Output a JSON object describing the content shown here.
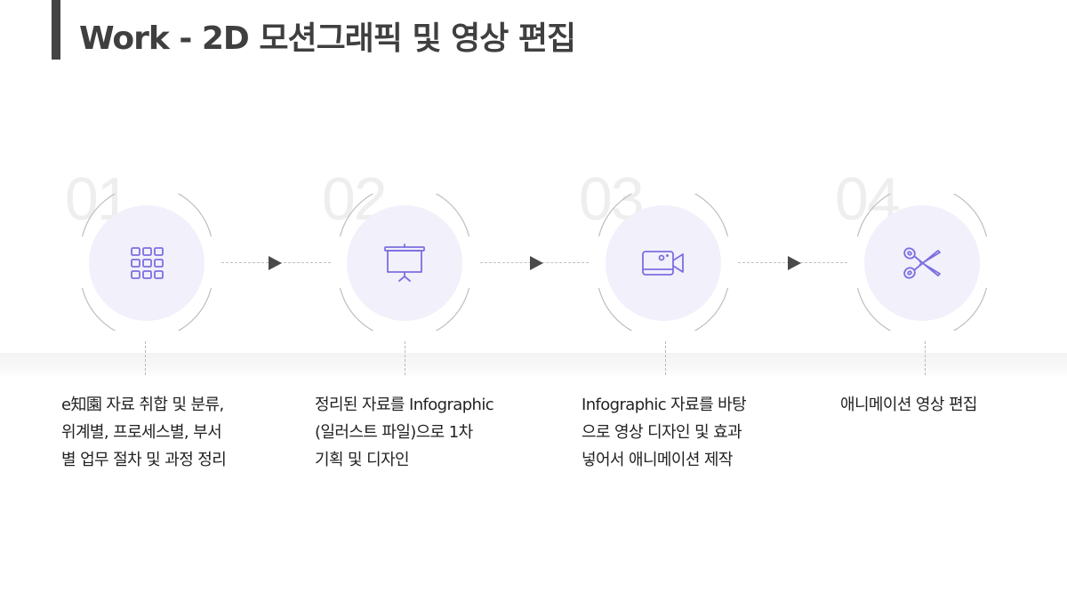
{
  "header": {
    "title": "Work - 2D 모션그래픽 및 영상 편집"
  },
  "colors": {
    "accent_bar": "#444444",
    "icon_stroke": "#7b6fe0",
    "circle_fill": "#f1f0fb",
    "step_number": "#eeeeee",
    "arrow": "#4a4a4a"
  },
  "steps": [
    {
      "number": "01",
      "icon": "grid-icon",
      "description": "e知園 자료 취합 및 분류,\n위계별, 프로세스별, 부서\n별 업무 절차 및 과정 정리"
    },
    {
      "number": "02",
      "icon": "presentation-board-icon",
      "description": "정리된 자료를 Infographic\n(일러스트 파일)으로 1차\n기획 및 디자인"
    },
    {
      "number": "03",
      "icon": "video-camera-icon",
      "description": "Infographic 자료를 바탕\n으로 영상 디자인 및 효과\n넣어서 애니메이션 제작"
    },
    {
      "number": "04",
      "icon": "scissors-icon",
      "description": "애니메이션 영상 편집"
    }
  ]
}
